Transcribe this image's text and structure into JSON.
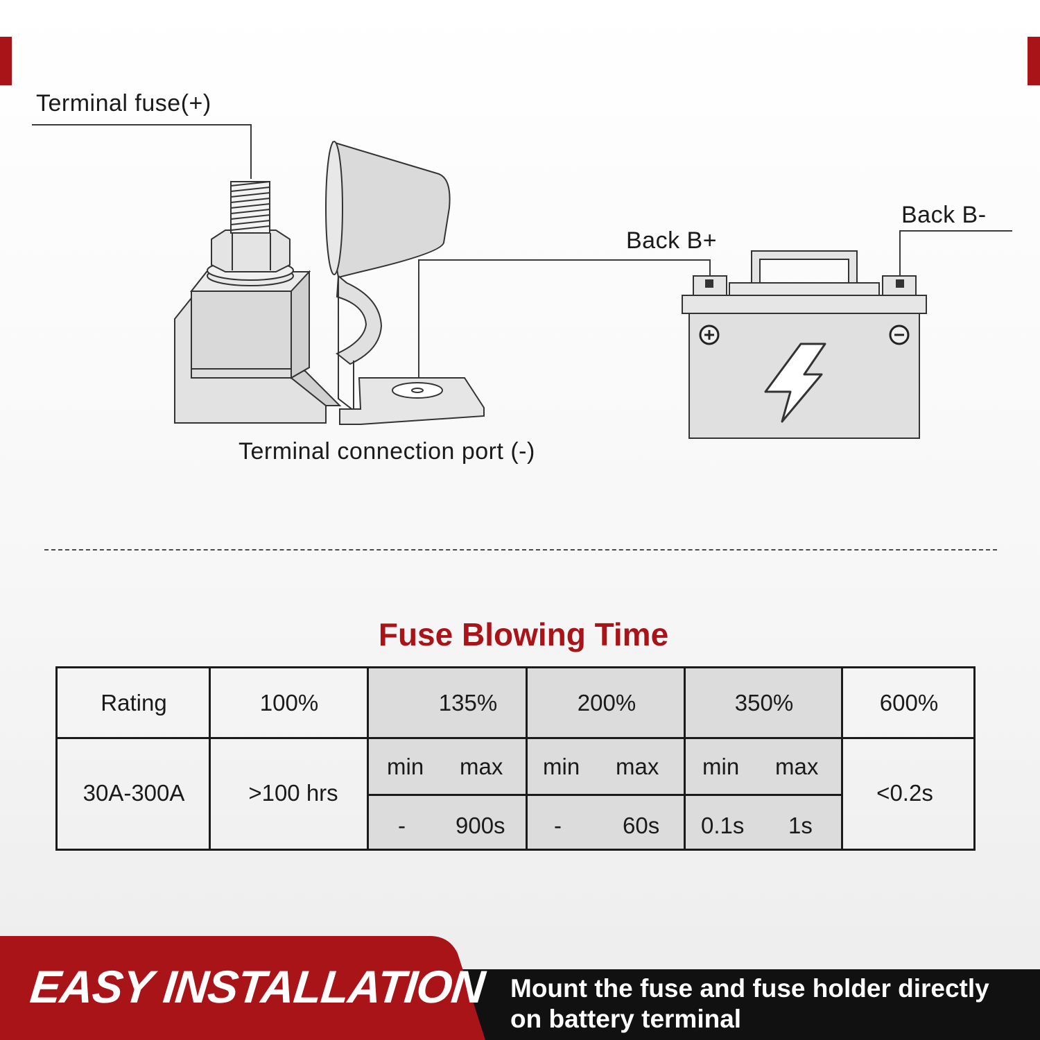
{
  "colors": {
    "accent_red": "#a81418",
    "dark": "#111111",
    "line_gray": "#4a4a4a",
    "shade_gray": "#dcdcdc"
  },
  "diagram": {
    "label_fuse_positive": "Terminal fuse(+)",
    "label_connection_port": "Terminal connection port (-)",
    "label_back_b_plus": "Back B+",
    "label_back_b_minus": "Back B-",
    "battery_icons": [
      "plus-icon",
      "minus-icon",
      "lightning-bolt-icon"
    ]
  },
  "table": {
    "title": "Fuse Blowing Time",
    "headers": [
      "Rating",
      "100%",
      "135%",
      "200%",
      "350%",
      "600%"
    ],
    "rating": "30A-300A",
    "pct100_value": ">100 hrs",
    "sub_min": "min",
    "sub_max": "max",
    "pct135": {
      "min": "-",
      "max": "900s"
    },
    "pct200": {
      "min": "-",
      "max": "60s"
    },
    "pct350": {
      "min": "0.1s",
      "max": "1s"
    },
    "pct600_value": "<0.2s"
  },
  "footer": {
    "title": "EASY INSTALLATION",
    "description": "Mount the fuse and fuse holder directly on battery terminal"
  }
}
